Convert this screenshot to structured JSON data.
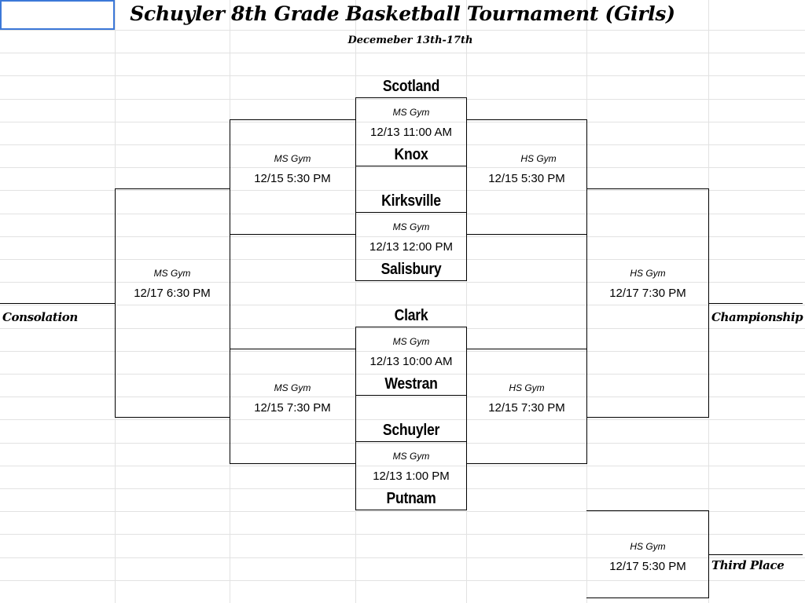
{
  "sheet": {
    "title": "Schuyler 8th Grade Basketball Tournament  (Girls)",
    "subtitle": "Decemeber 13th-17th"
  },
  "first_round": [
    {
      "top_team": "Scotland",
      "venue": "MS Gym",
      "time": "12/13 11:00 AM",
      "bottom_team": "Knox"
    },
    {
      "top_team": "Kirksville",
      "venue": "MS Gym",
      "time": "12/13 12:00 PM",
      "bottom_team": "Salisbury"
    },
    {
      "top_team": "Clark",
      "venue": "MS Gym",
      "time": "12/13 10:00 AM",
      "bottom_team": "Westran"
    },
    {
      "top_team": "Schuyler",
      "venue": "MS Gym",
      "time": "12/13 1:00 PM",
      "bottom_team": "Putnam"
    }
  ],
  "second_round": {
    "left_top": {
      "venue": "MS Gym",
      "time": "12/15 5:30 PM"
    },
    "right_top": {
      "venue": "HS Gym",
      "time": "12/15 5:30 PM"
    },
    "left_bottom": {
      "venue": "MS Gym",
      "time": "12/15 7:30 PM"
    },
    "right_bottom": {
      "venue": "HS Gym",
      "time": "12/15 7:30 PM"
    }
  },
  "finals": {
    "consolation": {
      "label": "Consolation",
      "venue": "MS Gym",
      "time": "12/17 6:30 PM"
    },
    "championship": {
      "label": "Championship",
      "venue": "HS Gym",
      "time": "12/17 7:30 PM"
    },
    "third_place": {
      "label": "Third Place",
      "venue": "HS Gym",
      "time": "12/17 5:30 PM"
    }
  },
  "colors": {
    "gridline": "#e2e2e2",
    "selection": "#3c78d8",
    "bracket": "#000000"
  }
}
